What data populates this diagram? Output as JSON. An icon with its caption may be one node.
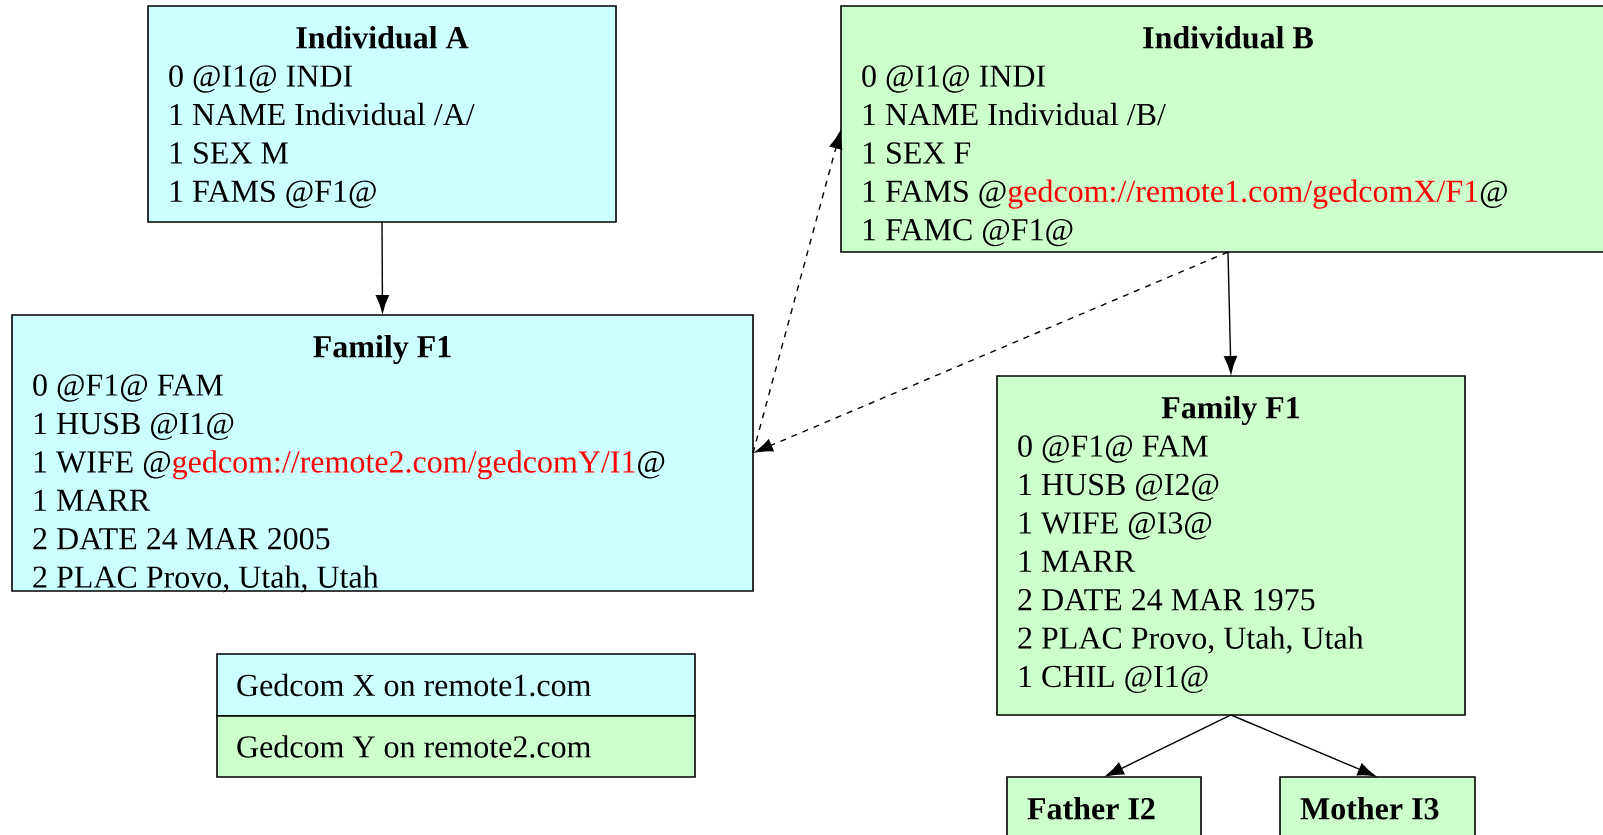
{
  "diagram": {
    "nodes": [
      {
        "text": [
          "Individual A",
          "0 @I1@ INDI",
          "1 NAME Individual /A/",
          "1 SEX M",
          "1 FAMS @F1@"
        ]
      },
      {
        "text": [
          "Family F1",
          "0 @F1@ FAM",
          "1 HUSB @I1@",
          "1 WIFE @",
          "gedcom://remote2.com/gedcomY/I1",
          "@",
          "1 MARR",
          "2 DATE 24 MAR 2005",
          "2 PLAC Provo, Utah, Utah"
        ]
      },
      {
        "text": [
          "Individual B",
          "0 @I1@ INDI",
          "1 NAME Individual /B/",
          "1 SEX F",
          "1 FAMS @",
          "gedcom://remote1.com/gedcomX/F1",
          "@",
          "1 FAMC @F1@"
        ]
      },
      {
        "text": [
          "Family F1",
          "0 @F1@ FAM",
          "1 HUSB @I2@",
          "1 WIFE @I3@",
          "1 MARR",
          "2 DATE 24 MAR 1975",
          "2 PLAC Provo, Utah, Utah",
          "1 CHIL @I1@"
        ]
      },
      {
        "text": [
          "Father I2"
        ]
      },
      {
        "text": [
          "Mother I3"
        ]
      }
    ],
    "edges": [
      {
        "from": 0,
        "to": 1,
        "arrow": "to"
      },
      {
        "from": 1,
        "to": 2,
        "arrow": "to",
        "style": "dashed"
      },
      {
        "from": 2,
        "to": 1,
        "arrow": "to",
        "style": "dashed"
      },
      {
        "from": 2,
        "to": 3,
        "arrow": "to"
      },
      {
        "from": 3,
        "to": 4,
        "arrow": "to"
      },
      {
        "from": 3,
        "to": 5,
        "arrow": "to"
      }
    ],
    "legend": [
      {
        "text": "Gedcom X on remote1.com",
        "color": "#ccffff"
      },
      {
        "text": "Gedcom Y on remote2.com",
        "color": "#ccffcc"
      }
    ]
  }
}
